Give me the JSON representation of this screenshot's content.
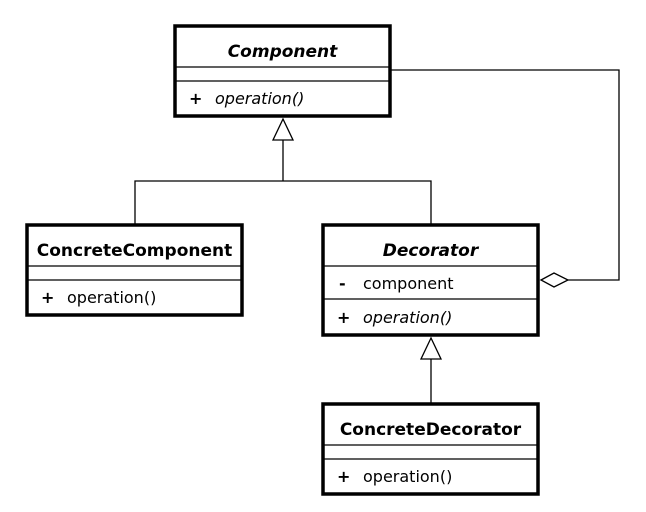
{
  "classes": {
    "component": {
      "name": "Component",
      "methods": [
        {
          "visibility": "+",
          "label": "operation()"
        }
      ]
    },
    "concrete_component": {
      "name": "ConcreteComponent",
      "methods": [
        {
          "visibility": "+",
          "label": "operation()"
        }
      ]
    },
    "decorator": {
      "name": "Decorator",
      "attributes": [
        {
          "visibility": "-",
          "label": "component"
        }
      ],
      "methods": [
        {
          "visibility": "+",
          "label": "operation()"
        }
      ]
    },
    "concrete_decorator": {
      "name": "ConcreteDecorator",
      "methods": [
        {
          "visibility": "+",
          "label": "operation()"
        }
      ]
    }
  },
  "relations": [
    {
      "type": "generalization",
      "from": "concrete_component",
      "to": "component"
    },
    {
      "type": "generalization",
      "from": "decorator",
      "to": "component"
    },
    {
      "type": "aggregation",
      "from": "decorator",
      "to": "component"
    },
    {
      "type": "generalization",
      "from": "concrete_decorator",
      "to": "decorator"
    }
  ]
}
